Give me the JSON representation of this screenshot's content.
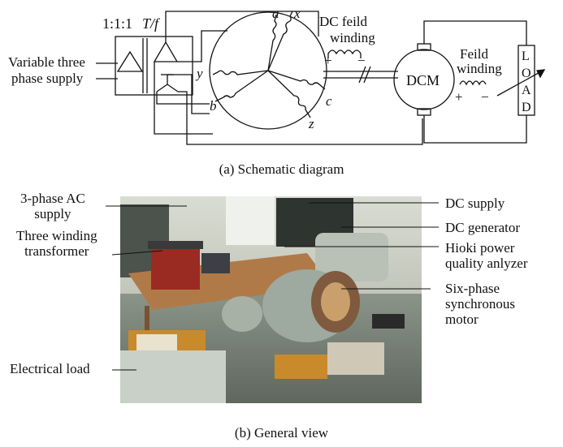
{
  "schematic": {
    "ratio_label": "1:1:1",
    "ratio_suffix": "T/f",
    "supply_label_line1": "Variable three",
    "supply_label_line2": "phase supply",
    "terminal_a": "a",
    "terminal_x": "x",
    "terminal_y": "y",
    "terminal_b": "b",
    "terminal_c": "c",
    "terminal_z": "z",
    "dc_field_line1": "DC feild",
    "dc_field_line2": "winding",
    "plus": "+",
    "minus": "−",
    "dcm_label": "DCM",
    "field_line1": "Feild",
    "field_line2": "winding",
    "load_letters": [
      "L",
      "O",
      "A",
      "D"
    ]
  },
  "caption_a": "(a) Schematic diagram",
  "photo_labels": {
    "ac_supply_line1": "3-phase AC",
    "ac_supply_line2": "supply",
    "transformer_line1": "Three winding",
    "transformer_line2": "transformer",
    "electrical_load": "Electrical load",
    "dc_supply": "DC supply",
    "dc_generator": "DC generator",
    "hioki_line1": "Hioki power",
    "hioki_line2": "quality anlyzer",
    "motor_line1": "Six-phase",
    "motor_line2": "synchronous",
    "motor_line3": "motor"
  },
  "caption_b": "(b) General view"
}
